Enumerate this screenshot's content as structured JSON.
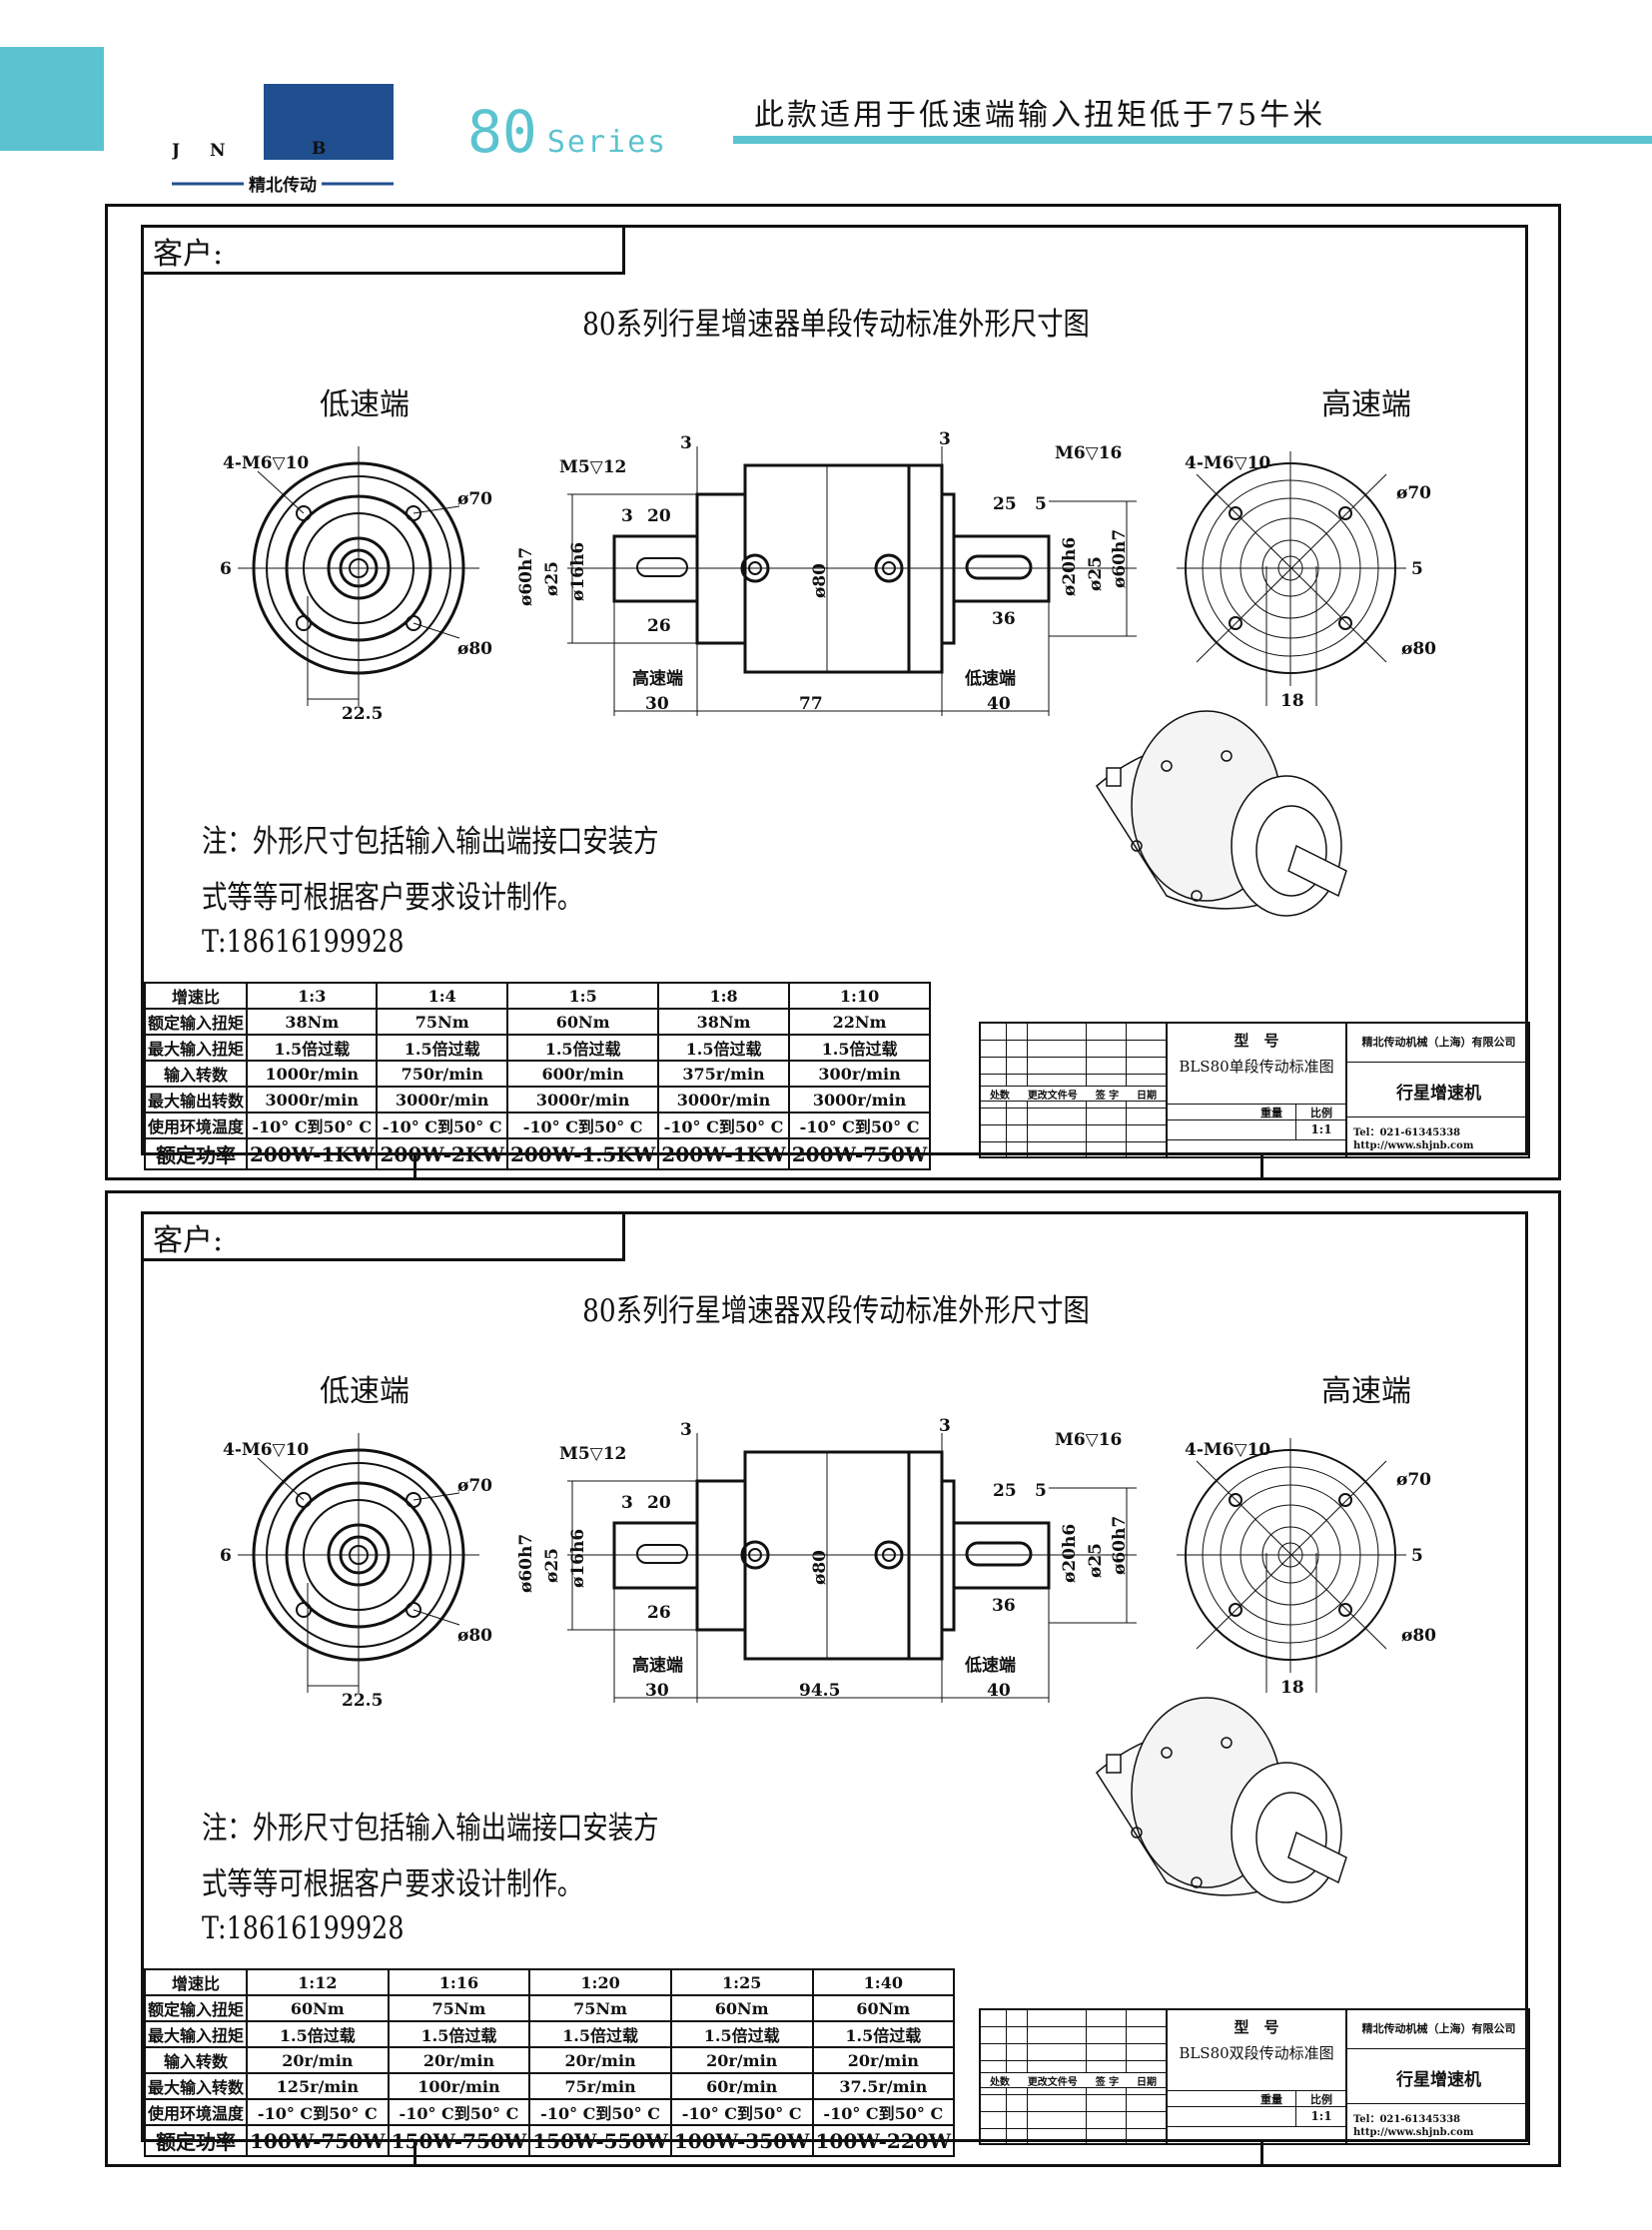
{
  "header": {
    "logo_text": "JNB",
    "logo_subtitle": "精北传动",
    "series_number": "80",
    "series_word": "Series",
    "slogan": "此款适用于低速端输入扭矩低于75牛米",
    "colors": {
      "teal": "#5bc3cf",
      "logo_orange": "#e2694a",
      "logo_blue": "#1f4f8f"
    }
  },
  "panels": [
    {
      "customer_label": "客户:",
      "title": "80系列行星增速器单段传动标准外形尺寸图",
      "labels": {
        "low_speed": "低速端",
        "high_speed": "高速端",
        "left_holes": "4-M6▽10",
        "left_d70": "ø70",
        "left_d80": "ø80",
        "left_6": "6",
        "left_22_5": "22.5",
        "right_holes": "4-M6▽10",
        "right_d70": "ø70",
        "right_d80": "ø80",
        "right_5": "5",
        "right_18": "18",
        "m5": "M5▽12",
        "m6": "M6▽16",
        "top3a": "3",
        "top3b": "3",
        "d3": "3",
        "d20": "20",
        "d26": "26",
        "d25": "25",
        "d5": "5",
        "d36": "36",
        "hs": "高速端",
        "ls": "低速端",
        "len30": "30",
        "body_len": "77",
        "len40": "40",
        "l_d60h7": "ø60h7",
        "l_d25": "ø25",
        "l_d16h6": "ø16h6",
        "d80": "ø80",
        "r_d20h6": "ø20h6",
        "r_d25": "ø25",
        "r_d60h7": "ø60h7"
      },
      "note_lines": [
        "注：外形尺寸包括输入输出端接口安装方",
        "式等等可根据客户要求设计制作。",
        "T:18616199928"
      ],
      "table": [
        [
          "增速比",
          "1:3",
          "1:4",
          "1:5",
          "1:8",
          "1:10"
        ],
        [
          "额定输入扭矩",
          "38Nm",
          "75Nm",
          "60Nm",
          "38Nm",
          "22Nm"
        ],
        [
          "最大输入扭矩",
          "1.5倍过载",
          "1.5倍过载",
          "1.5倍过载",
          "1.5倍过载",
          "1.5倍过载"
        ],
        [
          "输入转数",
          "1000r/min",
          "750r/min",
          "600r/min",
          "375r/min",
          "300r/min"
        ],
        [
          "最大输出转数",
          "3000r/min",
          "3000r/min",
          "3000r/min",
          "3000r/min",
          "3000r/min"
        ],
        [
          "使用环境温度",
          "-10° C到50° C",
          "-10° C到50° C",
          "-10° C到50° C",
          "-10° C到50° C",
          "-10° C到50° C"
        ],
        [
          "额定功率",
          "200W-1KW",
          "200W-2KW",
          "200W-1.5KW",
          "200W-1KW",
          "200W-750W"
        ]
      ],
      "title_block": {
        "model_label": "型　号",
        "drawing_name": "BLS80单段传动标准图",
        "rev_headers": [
          "处数",
          "更改文件号",
          "签 字",
          "日期"
        ],
        "weight_label": "重量",
        "scale_label": "比例",
        "scale": "1:1",
        "company": "精北传动机械（上海）有限公司",
        "product": "行星增速机",
        "tel": "Tel：021-61345338",
        "web": "http://www.shjnb.com"
      }
    },
    {
      "customer_label": "客户:",
      "title": "80系列行星增速器双段传动标准外形尺寸图",
      "labels": {
        "low_speed": "低速端",
        "high_speed": "高速端",
        "left_holes": "4-M6▽10",
        "left_d70": "ø70",
        "left_d80": "ø80",
        "left_6": "6",
        "left_22_5": "22.5",
        "right_holes": "4-M6▽10",
        "right_d70": "ø70",
        "right_d80": "ø80",
        "right_5": "5",
        "right_18": "18",
        "m5": "M5▽12",
        "m6": "M6▽16",
        "top3a": "3",
        "top3b": "3",
        "d3": "3",
        "d20": "20",
        "d26": "26",
        "d25": "25",
        "d5": "5",
        "d36": "36",
        "hs": "高速端",
        "ls": "低速端",
        "len30": "30",
        "body_len": "94.5",
        "len40": "40",
        "l_d60h7": "ø60h7",
        "l_d25": "ø25",
        "l_d16h6": "ø16h6",
        "d80": "ø80",
        "r_d20h6": "ø20h6",
        "r_d25": "ø25",
        "r_d60h7": "ø60h7"
      },
      "note_lines": [
        "注：外形尺寸包括输入输出端接口安装方",
        "式等等可根据客户要求设计制作。",
        "T:18616199928"
      ],
      "table": [
        [
          "增速比",
          "1:12",
          "1:16",
          "1:20",
          "1:25",
          "1:40"
        ],
        [
          "额定输入扭矩",
          "60Nm",
          "75Nm",
          "75Nm",
          "60Nm",
          "60Nm"
        ],
        [
          "最大输入扭矩",
          "1.5倍过载",
          "1.5倍过载",
          "1.5倍过载",
          "1.5倍过载",
          "1.5倍过载"
        ],
        [
          "输入转数",
          "20r/min",
          "20r/min",
          "20r/min",
          "20r/min",
          "20r/min"
        ],
        [
          "最大输入转数",
          "125r/min",
          "100r/min",
          "75r/min",
          "60r/min",
          "37.5r/min"
        ],
        [
          "使用环境温度",
          "-10° C到50° C",
          "-10° C到50° C",
          "-10° C到50° C",
          "-10° C到50° C",
          "-10° C到50° C"
        ],
        [
          "额定功率",
          "100W-750W",
          "150W-750W",
          "150W-550W",
          "100W-350W",
          "100W-220W"
        ]
      ],
      "title_block": {
        "model_label": "型　号",
        "drawing_name": "BLS80双段传动标准图",
        "rev_headers": [
          "处数",
          "更改文件号",
          "签 字",
          "日期"
        ],
        "weight_label": "重量",
        "scale_label": "比例",
        "scale": "1:1",
        "company": "精北传动机械（上海）有限公司",
        "product": "行星增速机",
        "tel": "Tel：021-61345338",
        "web": "http://www.shjnb.com"
      }
    }
  ]
}
